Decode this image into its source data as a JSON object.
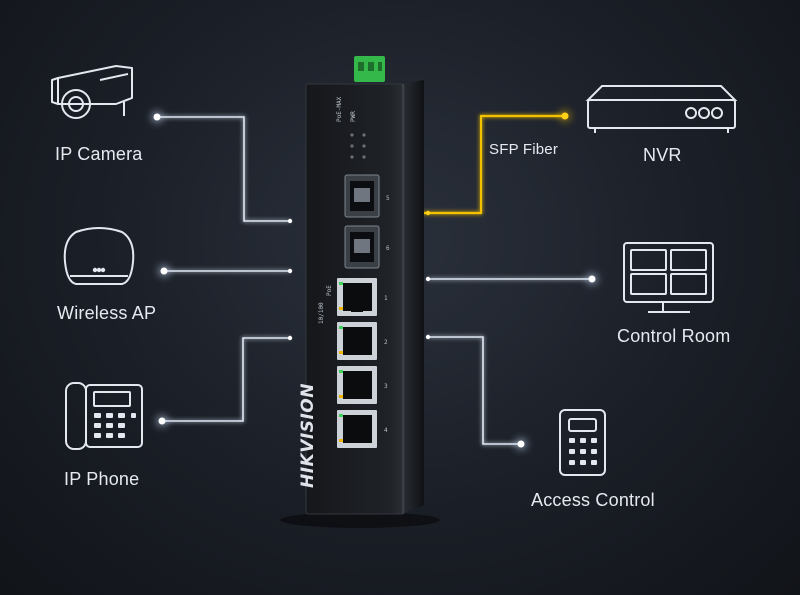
{
  "devices": {
    "ip_camera": "IP Camera",
    "wireless_ap": "Wireless AP",
    "ip_phone": "IP Phone",
    "sfp_fiber": "SFP Fiber",
    "nvr": "NVR",
    "control_room": "Control Room",
    "access_control": "Access Control"
  },
  "switch": {
    "brand": "HIKVISION",
    "indicator_top": "PoE-MAX",
    "indicator_pwr": "PWR",
    "port_labels": [
      "10/100",
      "PoE"
    ]
  },
  "colors": {
    "fiber_line": "#f2c200",
    "copper_line": "#d9e6f5",
    "background": "#1a1e26"
  }
}
